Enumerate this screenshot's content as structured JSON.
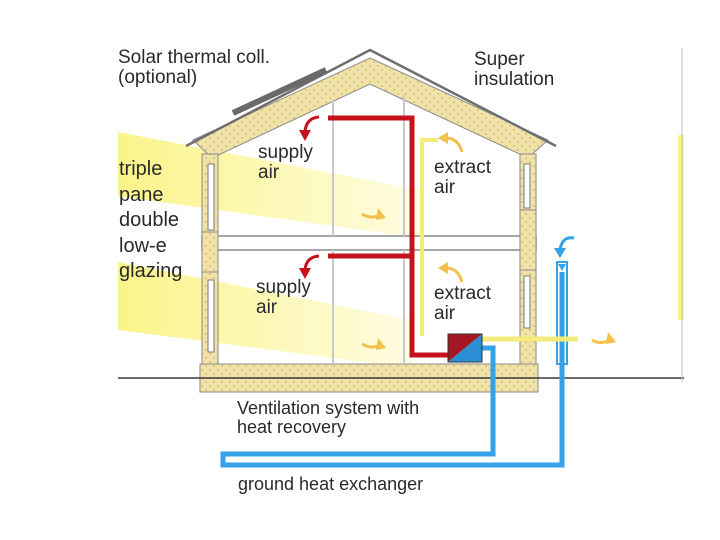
{
  "labels": {
    "solar_collector": [
      "Solar thermal coll.",
      "(optional)"
    ],
    "insulation": [
      "Super",
      "insulation"
    ],
    "glazing": [
      "triple",
      "pane",
      "double",
      "low-e",
      "glazing"
    ],
    "supply_air": [
      "supply",
      "air"
    ],
    "extract_air": [
      "extract",
      "air"
    ],
    "ventilation": [
      "Ventilation system with",
      "heat recovery"
    ],
    "ground_exchanger": "ground heat exchanger"
  },
  "colors": {
    "insulation_fill": "#f1e3a8",
    "insulation_dots": "#c9b46b",
    "roof_line": "#6f6f6f",
    "sunlight": "#fbf48a",
    "supply_duct": "#c4131b",
    "extract_duct": "#f2ec7d",
    "ground_duct": "#33a2e6",
    "airflow_arrow": "#f4c04a",
    "heat_exchanger_red": "#a51623",
    "heat_exchanger_blue": "#2b8fd6"
  }
}
